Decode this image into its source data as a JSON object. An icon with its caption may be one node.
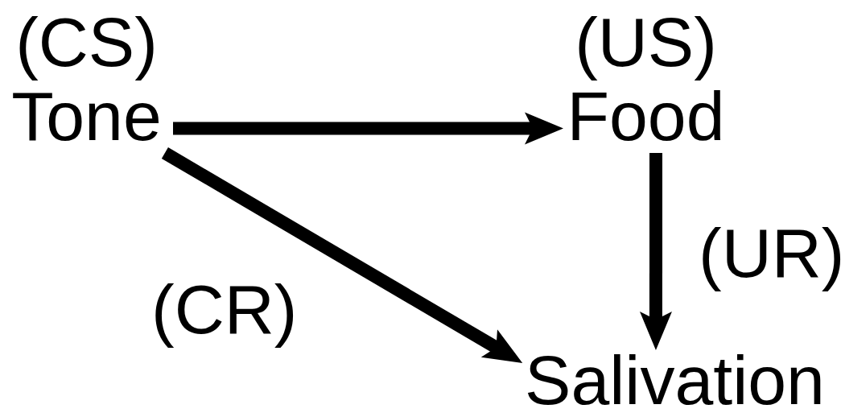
{
  "diagram": {
    "nodes": [
      {
        "text": [
          "(CS)",
          "Tone"
        ]
      },
      {
        "text": [
          "(US)",
          "Food"
        ]
      },
      {
        "text": [
          "Salivation"
        ]
      }
    ],
    "edges": [
      {
        "from": 0,
        "to": 1,
        "arrow": "to"
      },
      {
        "from": 1,
        "to": 2,
        "arrow": "to",
        "label": "(UR)"
      },
      {
        "from": 0,
        "to": 2,
        "arrow": "to",
        "label": "(CR)"
      }
    ]
  }
}
